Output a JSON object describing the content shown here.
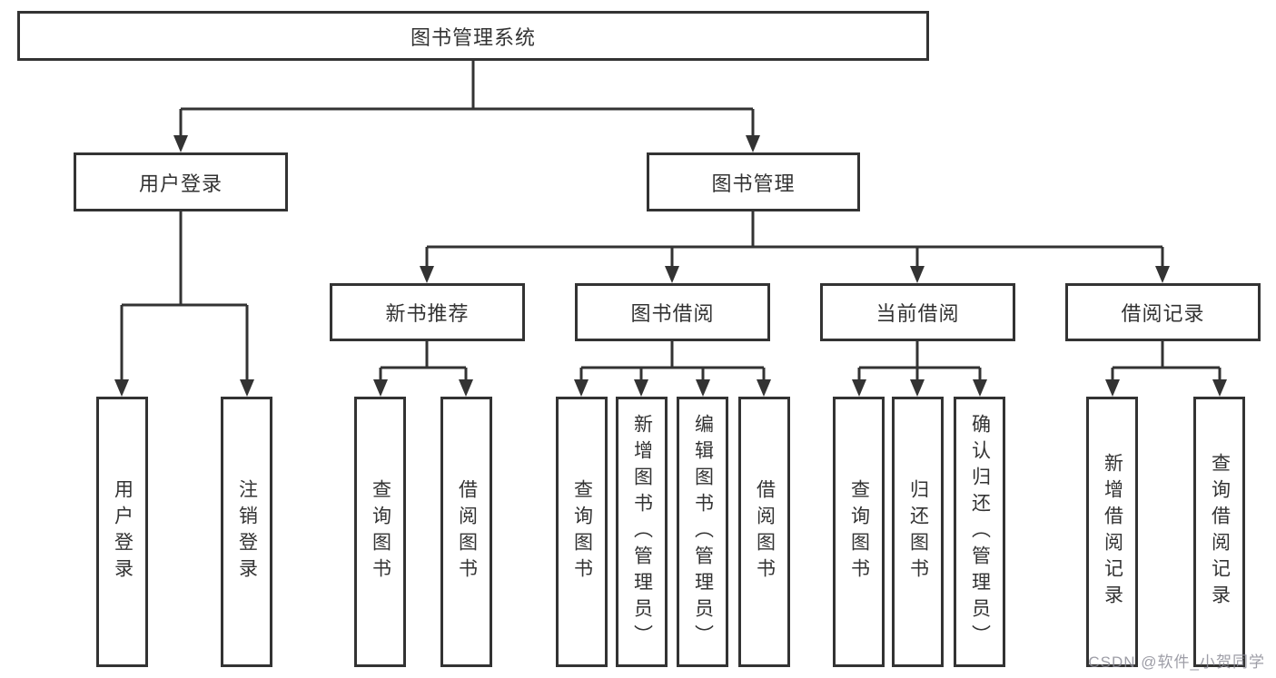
{
  "diagram": {
    "root": {
      "label": "图书管理系统"
    },
    "branches": [
      {
        "label": "用户登录",
        "leaves": [
          "用户登录",
          "注销登录"
        ]
      },
      {
        "label": "图书管理",
        "sections": [
          {
            "label": "新书推荐",
            "leaves": [
              "查询图书",
              "借阅图书"
            ]
          },
          {
            "label": "图书借阅",
            "leaves": [
              "查询图书",
              "新增图书（管理员）",
              "编辑图书（管理员）",
              "借阅图书"
            ]
          },
          {
            "label": "当前借阅",
            "leaves": [
              "查询图书",
              "归还图书",
              "确认归还（管理员）"
            ]
          },
          {
            "label": "借阅记录",
            "leaves": [
              "新增借阅记录",
              "查询借阅记录"
            ]
          }
        ]
      }
    ],
    "line_color": "#333333"
  },
  "watermark": {
    "text": "CSDN @软件_小贺同学"
  }
}
